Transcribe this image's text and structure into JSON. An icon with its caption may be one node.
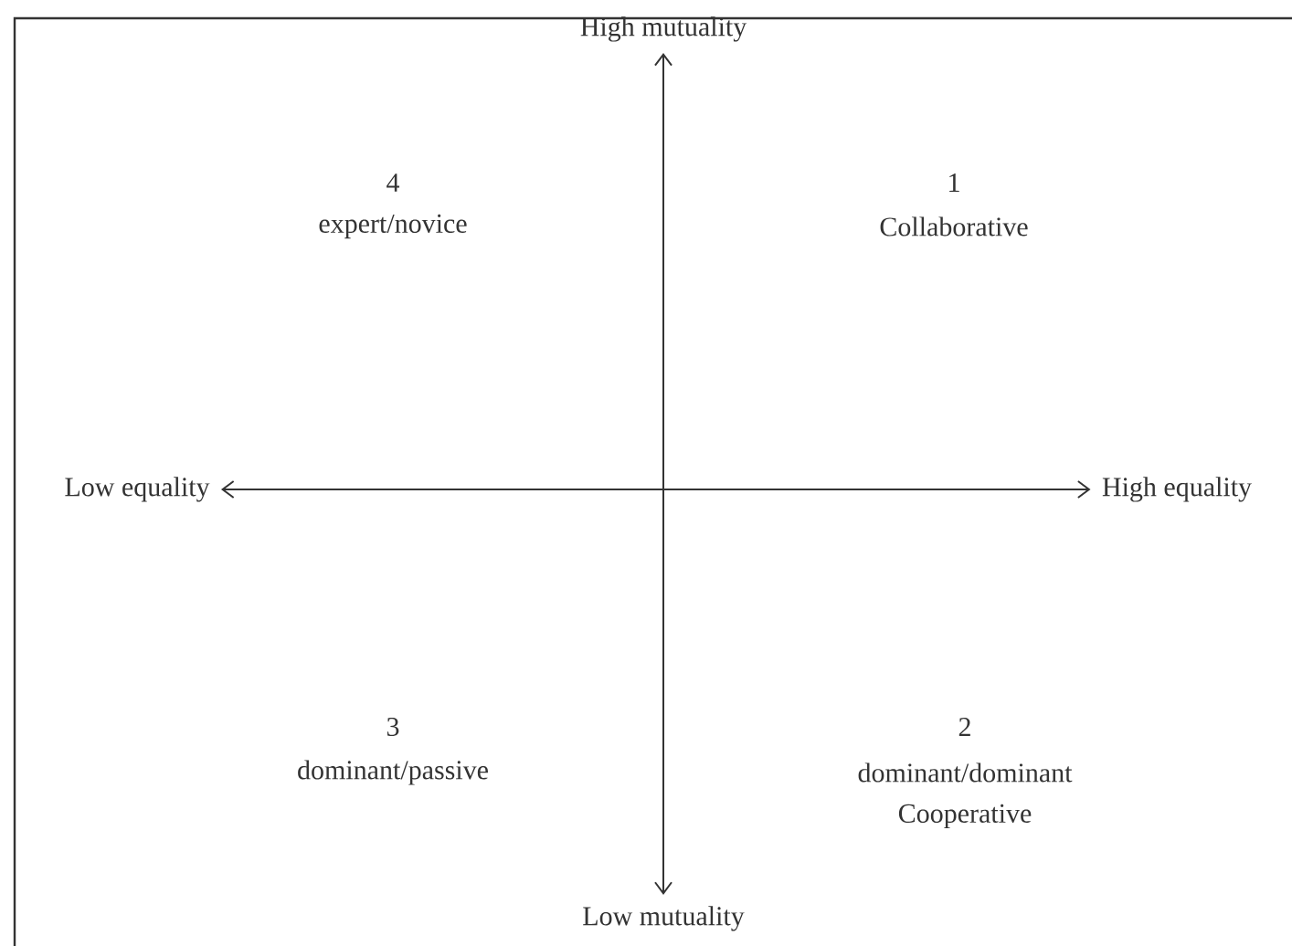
{
  "diagram": {
    "nodes": [
      {
        "text": [
          "High mutuality"
        ]
      },
      {
        "text": [
          "Low equality"
        ]
      },
      {
        "text": [
          "High equality"
        ]
      },
      {
        "text": [
          "Low mutuality"
        ]
      }
    ],
    "edges": [
      {
        "from": 3,
        "to": 0,
        "arrow": "both"
      },
      {
        "from": 1,
        "to": 2,
        "arrow": "both"
      }
    ],
    "labels": [
      "4",
      "expert/novice",
      "1",
      "Collaborative",
      "3",
      "dominant/passive",
      "2",
      "dominant/dominant",
      "Cooperative"
    ]
  }
}
